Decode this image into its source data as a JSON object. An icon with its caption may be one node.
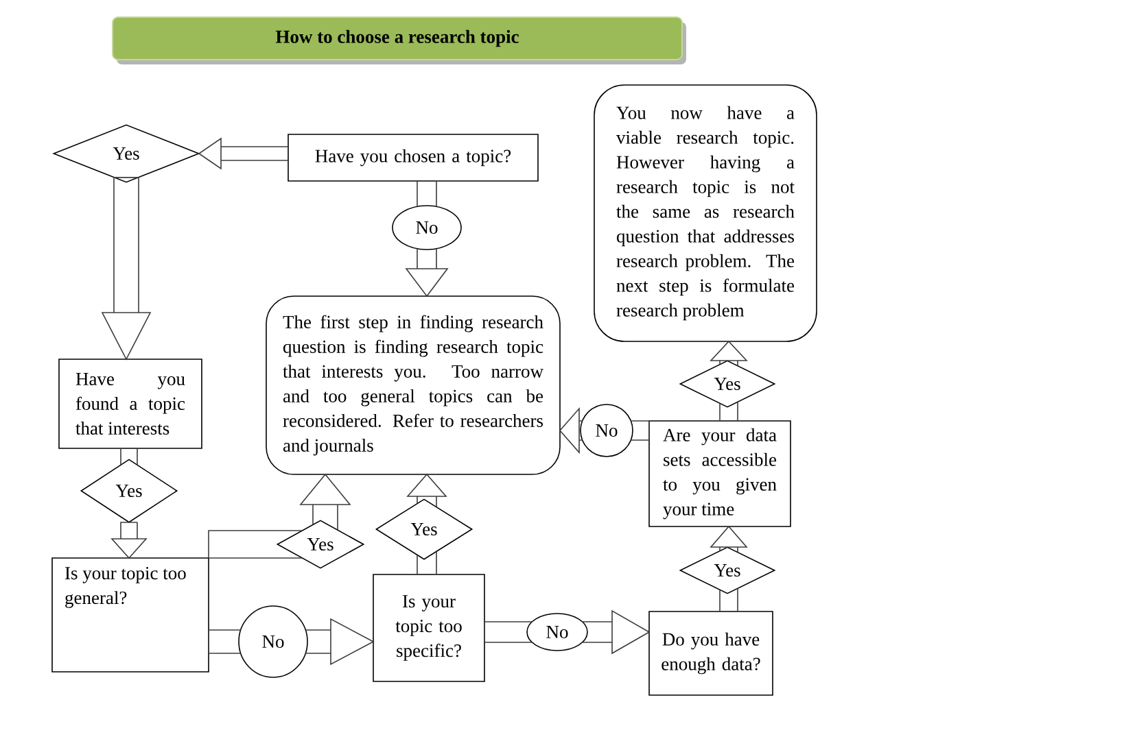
{
  "diagram": {
    "title": "How to choose a research topic",
    "nodes": [
      {
        "text": [
          "Have you chosen a topic?"
        ]
      },
      {
        "text": [
          "Yes"
        ]
      },
      {
        "text": [
          "No"
        ]
      },
      {
        "text": [
          "The first step in finding research question is finding research topic that interests you. Too narrow and too general topics can be reconsidered. Refer to researchers and journals"
        ]
      },
      {
        "text": [
          "Have you found a topic that interests"
        ]
      },
      {
        "text": [
          "Yes"
        ]
      },
      {
        "text": [
          "Is your topic too general?"
        ]
      },
      {
        "text": [
          "Yes"
        ]
      },
      {
        "text": [
          "No"
        ]
      },
      {
        "text": [
          "Is your topic too specific?"
        ]
      },
      {
        "text": [
          "Yes"
        ]
      },
      {
        "text": [
          "No"
        ]
      },
      {
        "text": [
          "Do you have enough data?"
        ]
      },
      {
        "text": [
          "Yes"
        ]
      },
      {
        "text": [
          "Are your data sets accessible to you given your time"
        ]
      },
      {
        "text": [
          "Yes"
        ]
      },
      {
        "text": [
          "You now have a viable research topic. However having a research topic is not the same as research question that addresses research problem. The next step is formulate research problem"
        ]
      },
      {
        "text": [
          "No"
        ]
      }
    ],
    "edges": [
      {
        "from": 0,
        "to": 1,
        "arrow": "to"
      },
      {
        "from": 1,
        "to": 4,
        "arrow": "to"
      },
      {
        "from": 0,
        "to": 2,
        "arrow": "none"
      },
      {
        "from": 2,
        "to": 3,
        "arrow": "to"
      },
      {
        "from": 4,
        "to": 5,
        "arrow": "none"
      },
      {
        "from": 5,
        "to": 6,
        "arrow": "to"
      },
      {
        "from": 6,
        "to": 7,
        "arrow": "none"
      },
      {
        "from": 7,
        "to": 3,
        "arrow": "to"
      },
      {
        "from": 6,
        "to": 8,
        "arrow": "none"
      },
      {
        "from": 8,
        "to": 9,
        "arrow": "to"
      },
      {
        "from": 9,
        "to": 10,
        "arrow": "none"
      },
      {
        "from": 10,
        "to": 3,
        "arrow": "to"
      },
      {
        "from": 9,
        "to": 11,
        "arrow": "none"
      },
      {
        "from": 11,
        "to": 12,
        "arrow": "to"
      },
      {
        "from": 12,
        "to": 13,
        "arrow": "none"
      },
      {
        "from": 13,
        "to": 14,
        "arrow": "to"
      },
      {
        "from": 14,
        "to": 15,
        "arrow": "none"
      },
      {
        "from": 15,
        "to": 16,
        "arrow": "to"
      },
      {
        "from": 14,
        "to": 17,
        "arrow": "none"
      },
      {
        "from": 17,
        "to": 3,
        "arrow": "to"
      }
    ]
  }
}
